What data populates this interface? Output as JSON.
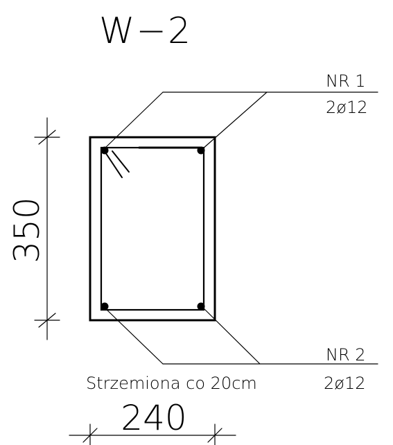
{
  "title": "W−2",
  "height_dimension": "350",
  "width_dimension": "240",
  "top_label": {
    "number": "NR 1",
    "bars": "2ø12"
  },
  "bottom_label": {
    "number": "NR 2",
    "bars": "2ø12"
  },
  "stirrup_note": "Strzemiona co 20cm",
  "colors": {
    "line": "#000000",
    "background": "#ffffff"
  }
}
